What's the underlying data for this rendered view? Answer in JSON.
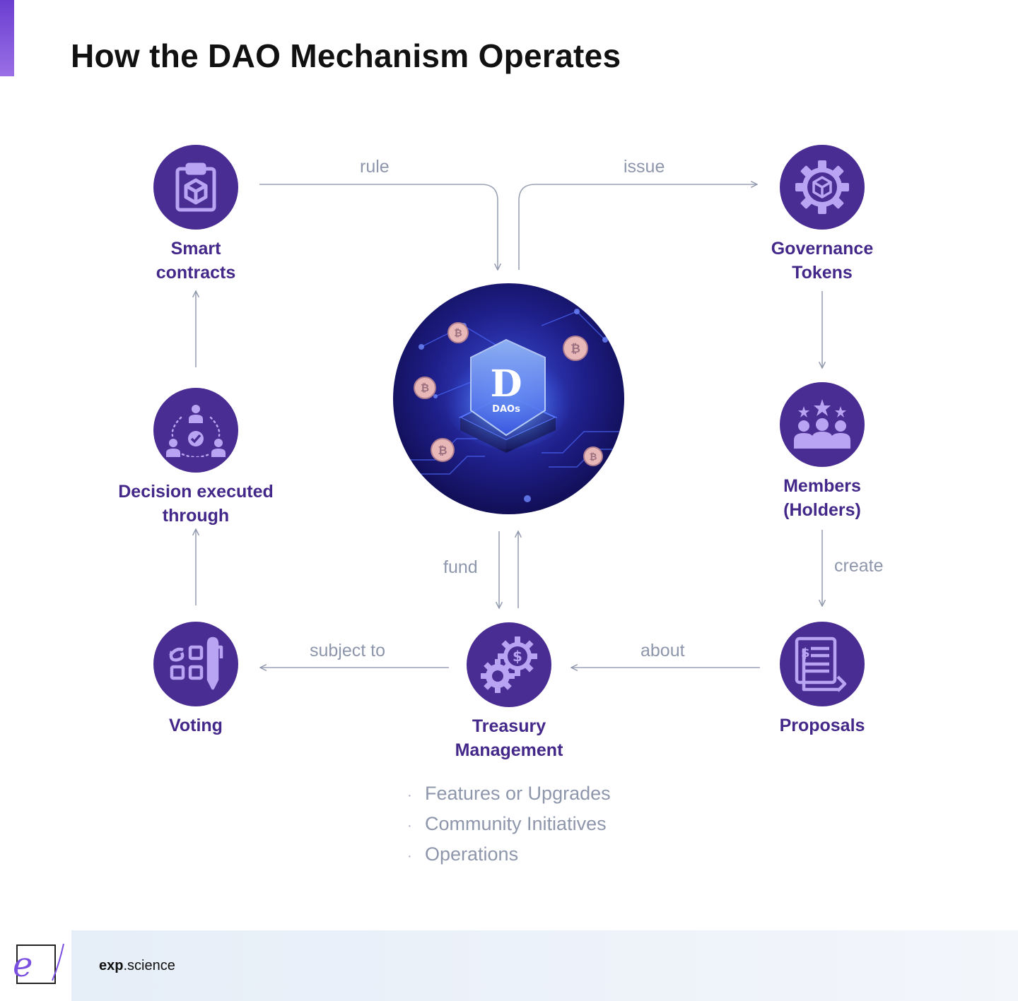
{
  "title": "How the DAO Mechanism Operates",
  "colors": {
    "node_fill": "#4a2d92",
    "node_label": "#43288a",
    "icon": "#b8a4f2",
    "edge": "#8e96ab",
    "accent": "#7b4fe0"
  },
  "nodes": {
    "smart_contracts": {
      "label": "Smart\ncontracts",
      "icon": "clipboard-cube-icon"
    },
    "governance_tokens": {
      "label": "Governance\nTokens",
      "icon": "gear-cube-icon"
    },
    "members": {
      "label": "Members\n(Holders)",
      "icon": "people-stars-icon"
    },
    "proposals": {
      "label": "Proposals",
      "icon": "document-dollar-icon"
    },
    "treasury": {
      "label": "Treasury\nManagement",
      "icon": "gears-dollar-icon"
    },
    "voting": {
      "label": "Voting",
      "icon": "ballot-pen-icon"
    },
    "decision": {
      "label": "Decision executed\nthrough",
      "icon": "team-consensus-icon"
    }
  },
  "hub": {
    "label": "DAOs",
    "letter": "D",
    "icon": "dao-chip-icon"
  },
  "edges": {
    "rule": "rule",
    "issue": "issue",
    "fund": "fund",
    "create": "create",
    "about": "about",
    "subject_to": "subject to"
  },
  "treasury_items": [
    "Features or Upgrades",
    "Community Initiatives",
    "Operations"
  ],
  "footer": {
    "brand_bold": "exp",
    "brand_rest": ".science",
    "logo_letter": "e"
  }
}
